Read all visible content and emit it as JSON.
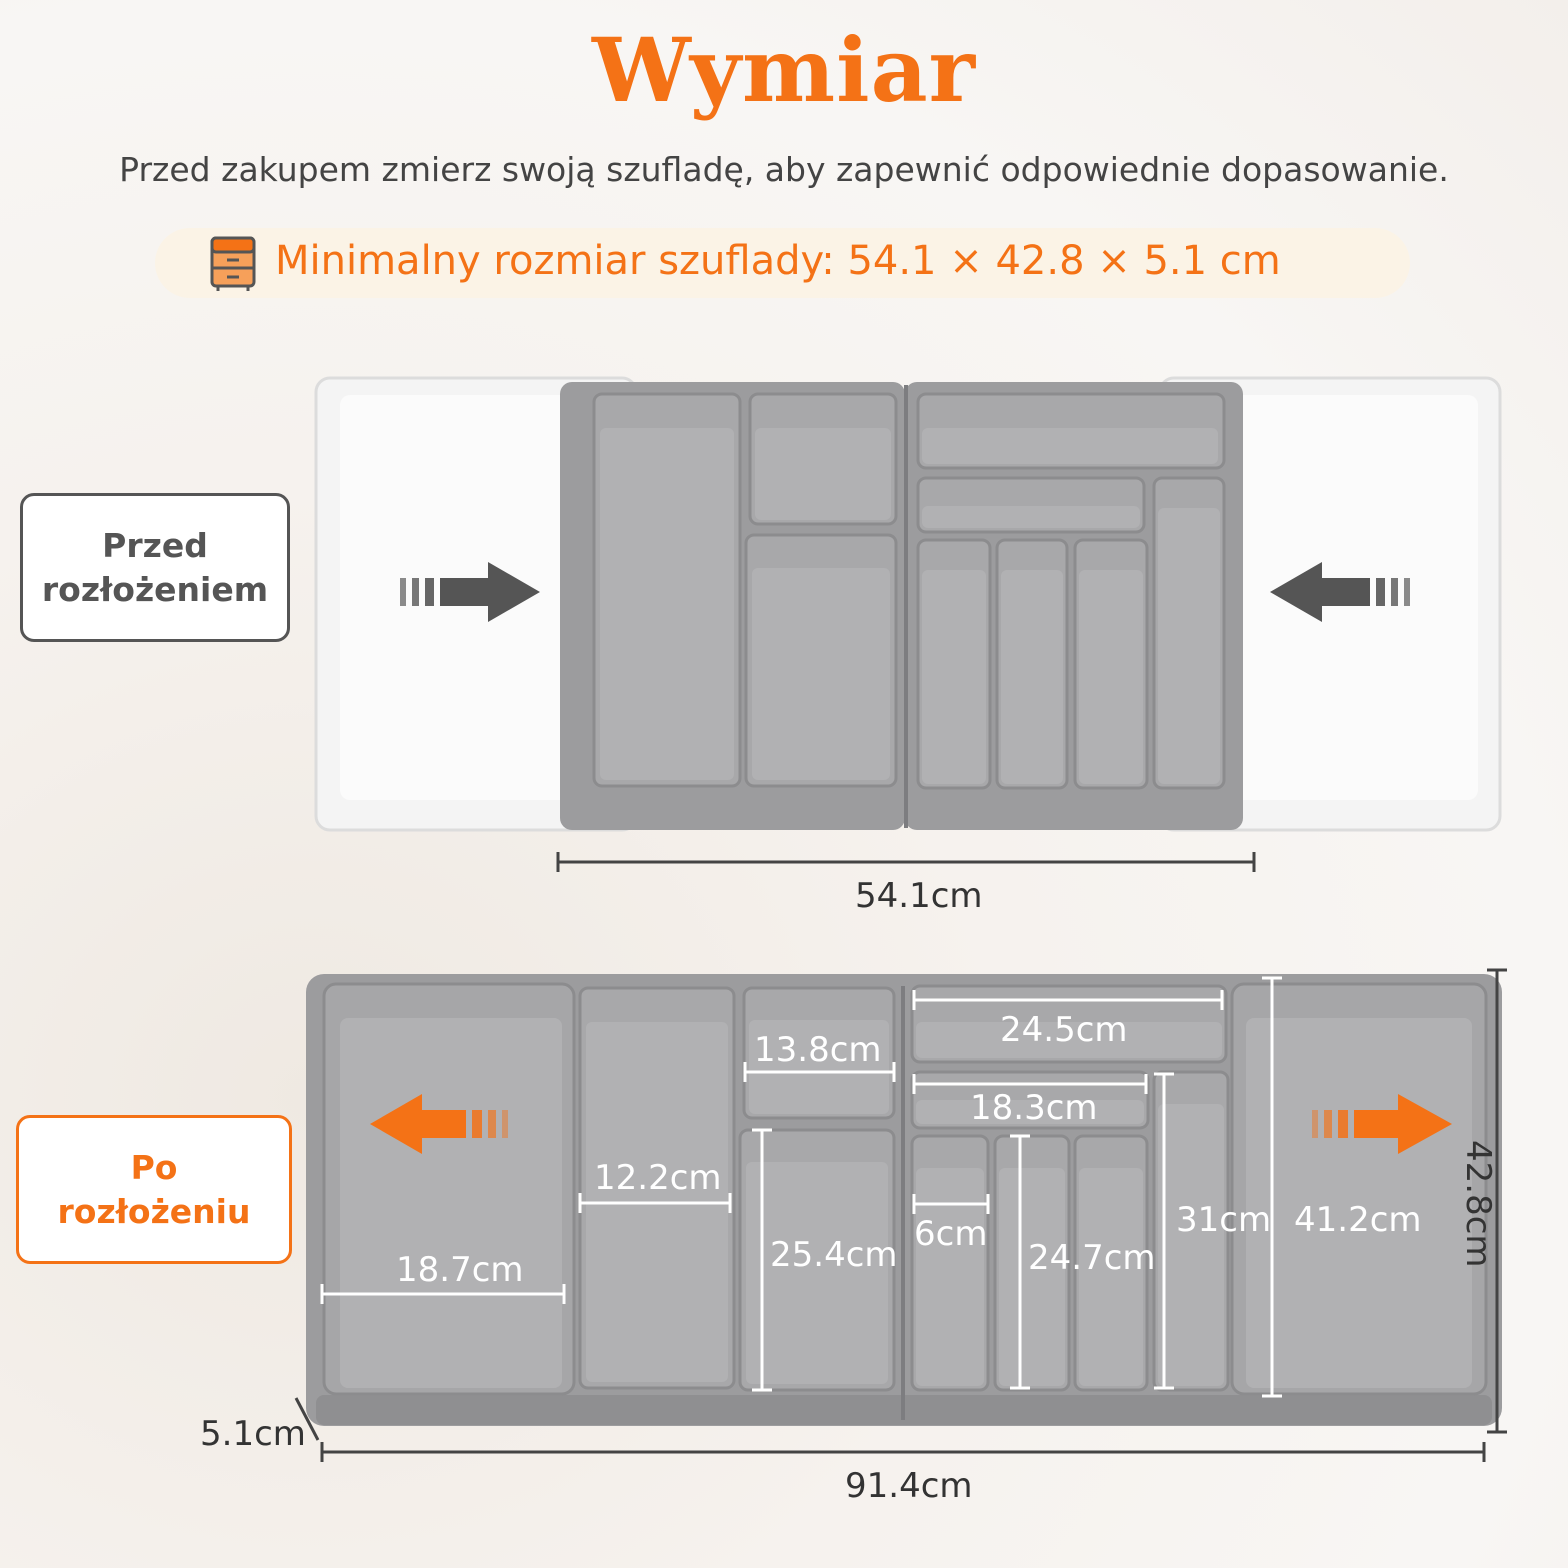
{
  "header": {
    "title": "Wymiar",
    "subtitle": "Przed zakupem zmierz swoją szufladę, aby zapewnić odpowiednie dopasowanie.",
    "min_size": "Minimalny rozmiar szuflady: 54.1 × 42.8 × 5.1 cm",
    "icon": "drawer-cabinet-icon"
  },
  "before": {
    "label_line1": "Przed",
    "label_line2": "rozłożeniem",
    "width": "54.1cm",
    "arrow_icons": [
      "arrow-right-icon",
      "arrow-left-icon"
    ]
  },
  "after": {
    "label_line1": "Po",
    "label_line2": "rozłożeniu",
    "arrow_icons": [
      "arrow-left-icon",
      "arrow-right-icon"
    ],
    "dimensions": {
      "side": "18.7cm",
      "left_long": "12.2cm",
      "top_small": "13.8cm",
      "mid_tall": "25.4cm",
      "top_wide": "24.5cm",
      "second_row": "18.3cm",
      "narrow": "6cm",
      "slot_height": "24.7cm",
      "right_slot": "31cm",
      "side_height": "41.2cm",
      "depth": "42.8cm",
      "height": "5.1cm",
      "total_width": "91.4cm"
    }
  },
  "colors": {
    "accent": "#f47216",
    "tray_gray": "#9a9a9c",
    "tray_white": "#f2f2f2"
  }
}
